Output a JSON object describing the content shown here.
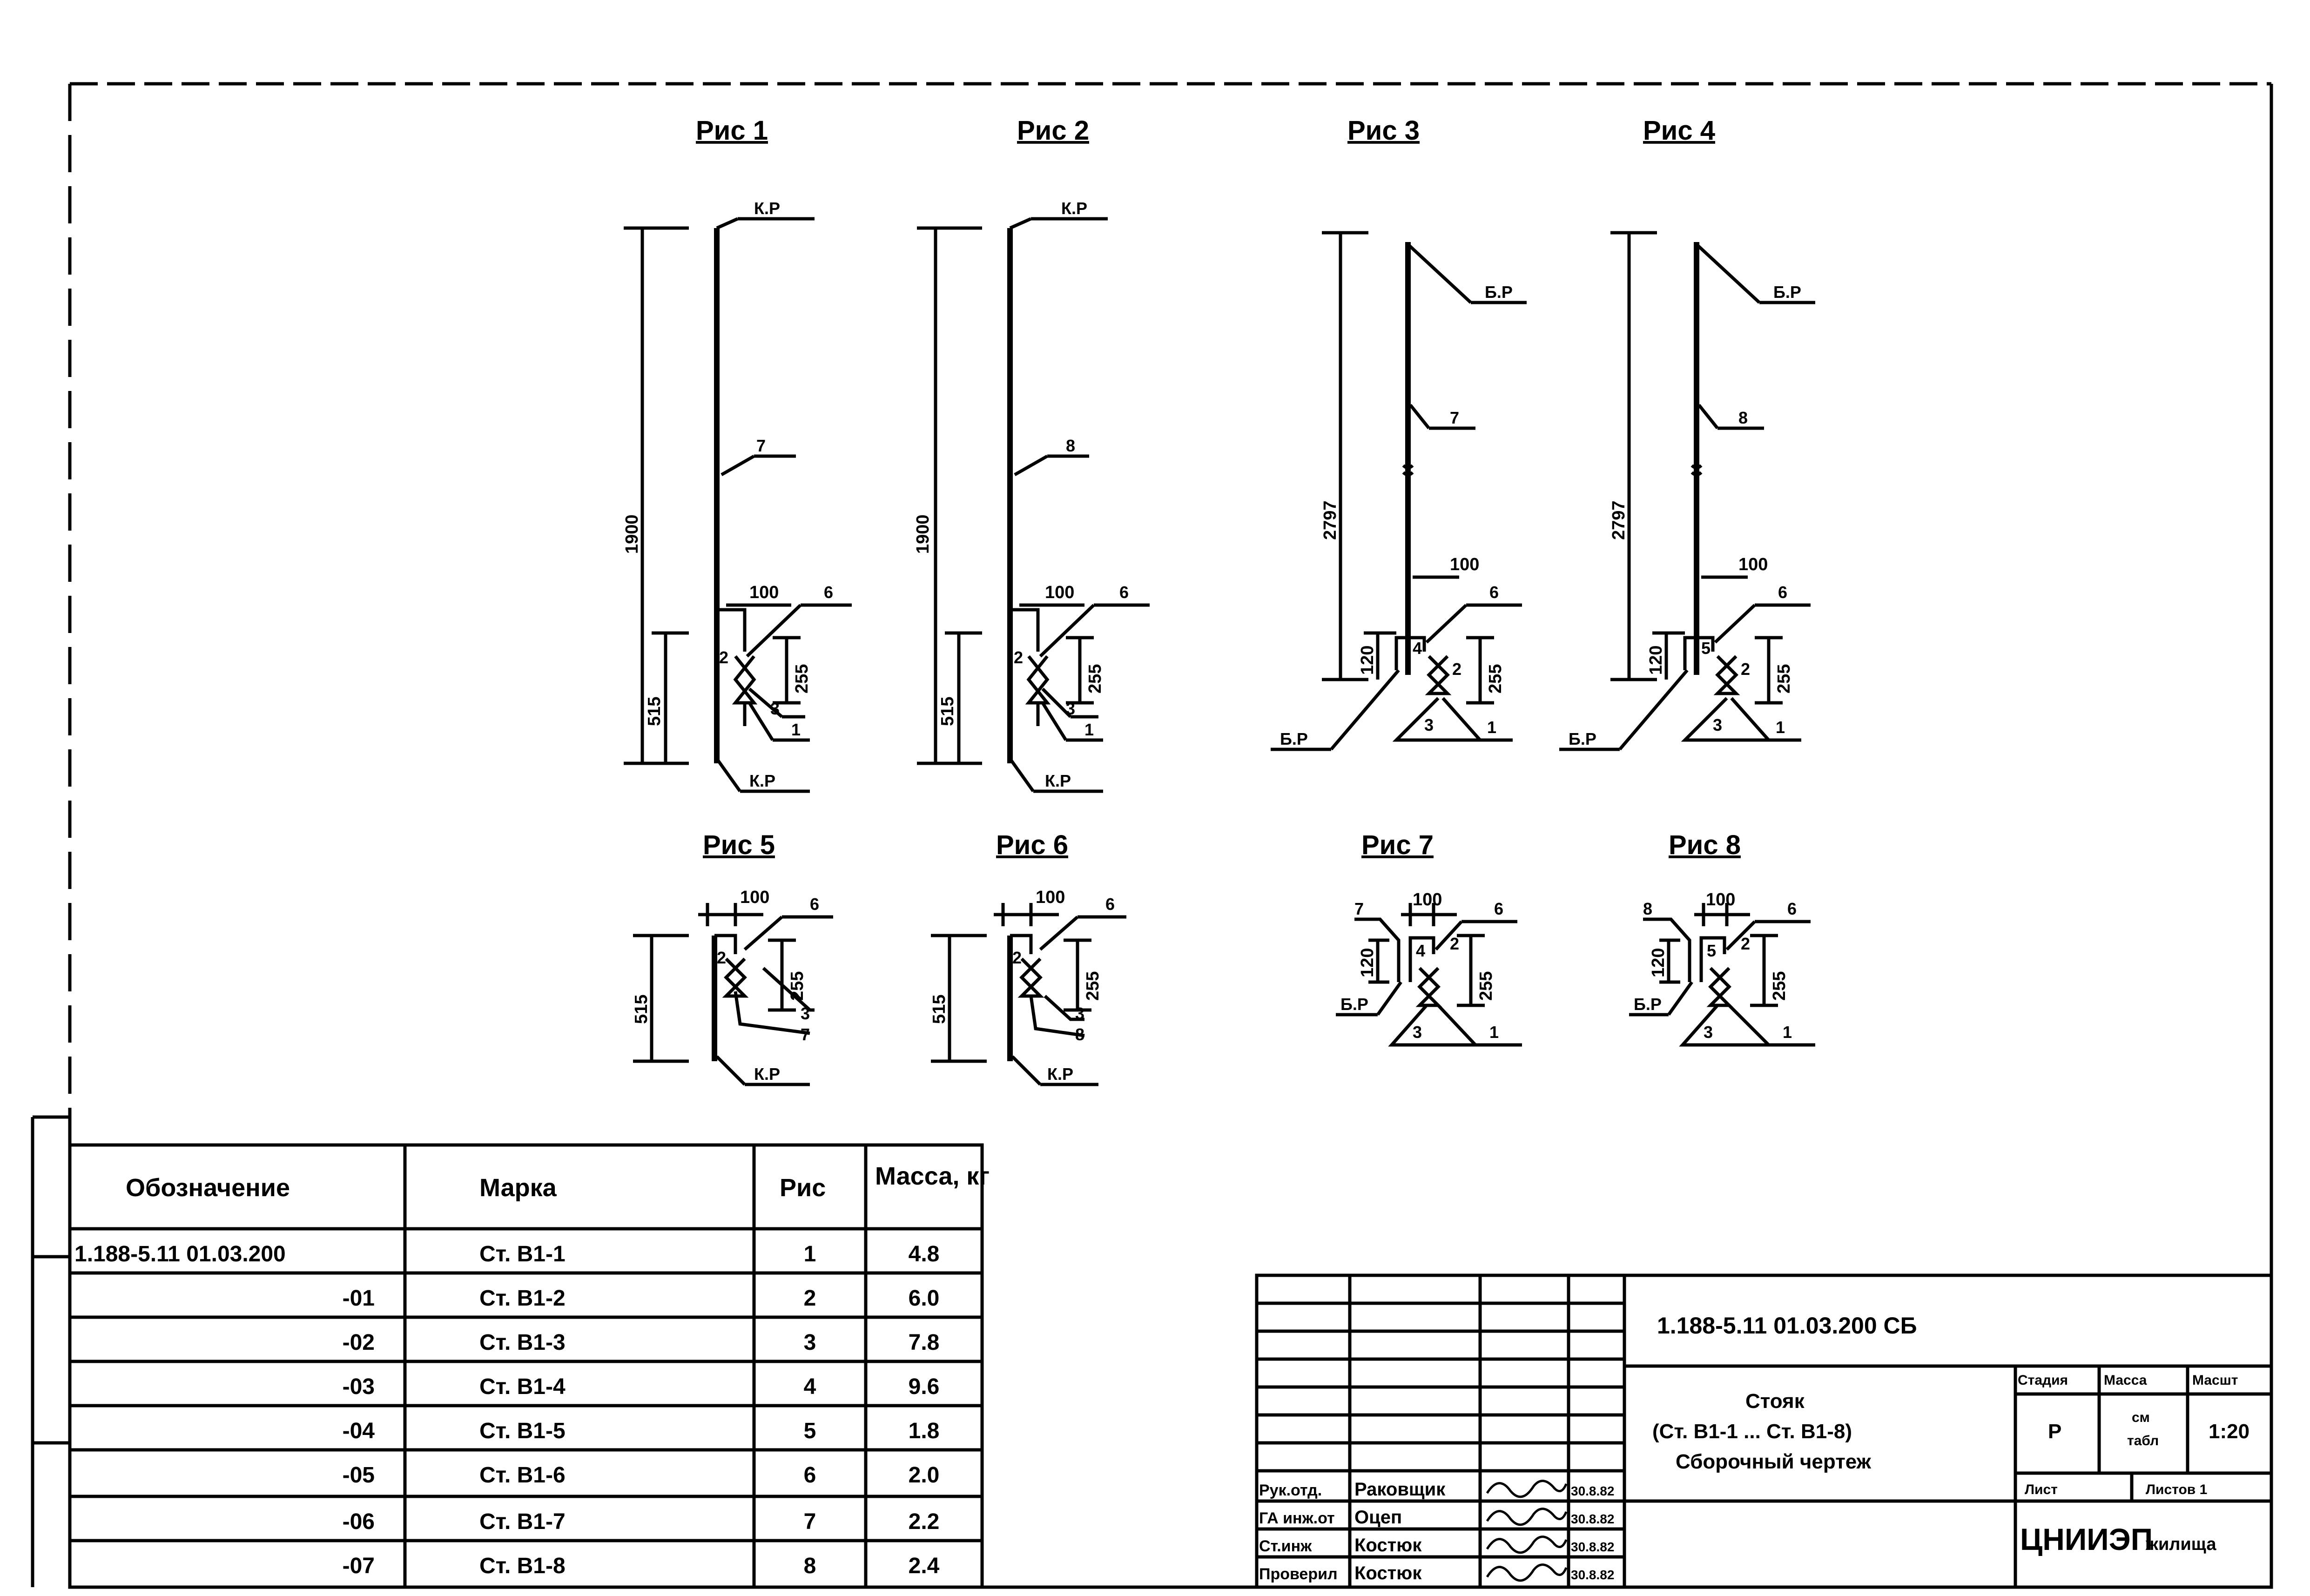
{
  "figures": [
    {
      "title": "Рис 1",
      "top_label": "К.Р",
      "bottom_label": "К.Р",
      "height_dim": "1900",
      "lower_dim": "515",
      "offset_dim": "100",
      "pipe_dim": "255",
      "callouts": [
        "7",
        "6",
        "2",
        "3",
        "1"
      ]
    },
    {
      "title": "Рис 2",
      "top_label": "К.Р",
      "bottom_label": "К.Р",
      "height_dim": "1900",
      "lower_dim": "515",
      "offset_dim": "100",
      "pipe_dim": "255",
      "callouts": [
        "8",
        "6",
        "2",
        "3",
        "1"
      ]
    },
    {
      "title": "Рис 3",
      "top_label": "Б.Р",
      "bottom_label": "Б.Р",
      "height_dim": "2797",
      "lower_dim": "120",
      "offset_dim": "100",
      "pipe_dim": "255",
      "callouts": [
        "7",
        "6",
        "4",
        "2",
        "3",
        "1"
      ]
    },
    {
      "title": "Рис 4",
      "top_label": "Б.Р",
      "bottom_label": "Б.Р",
      "height_dim": "2797",
      "lower_dim": "120",
      "offset_dim": "100",
      "pipe_dim": "255",
      "callouts": [
        "8",
        "6",
        "5",
        "2",
        "3",
        "1"
      ]
    },
    {
      "title": "Рис 5",
      "bottom_label": "К.Р",
      "lower_dim": "515",
      "offset_dim": "100",
      "pipe_dim": "255",
      "callouts": [
        "6",
        "2",
        "3",
        "7"
      ]
    },
    {
      "title": "Рис 6",
      "bottom_label": "К.Р",
      "lower_dim": "515",
      "offset_dim": "100",
      "pipe_dim": "255",
      "callouts": [
        "6",
        "2",
        "3",
        "8"
      ]
    },
    {
      "title": "Рис 7",
      "bottom_label": "Б.Р",
      "lower_dim": "120",
      "offset_dim": "100",
      "pipe_dim": "255",
      "callouts": [
        "7",
        "6",
        "4",
        "2",
        "3",
        "1"
      ]
    },
    {
      "title": "Рис 8",
      "bottom_label": "Б.Р",
      "lower_dim": "120",
      "offset_dim": "100",
      "pipe_dim": "255",
      "callouts": [
        "8",
        "6",
        "5",
        "2",
        "3",
        "1"
      ]
    }
  ],
  "spec_table": {
    "headers": [
      "Обозначение",
      "Марка",
      "Рис",
      "Масса, кг"
    ],
    "rows": [
      {
        "designation": "1.188-5.11   01.03.200",
        "mark": "Ст. В1-1",
        "fig": "1",
        "mass": "4.8"
      },
      {
        "designation": "-01",
        "mark": "Ст. В1-2",
        "fig": "2",
        "mass": "6.0"
      },
      {
        "designation": "-02",
        "mark": "Ст. В1-3",
        "fig": "3",
        "mass": "7.8"
      },
      {
        "designation": "-03",
        "mark": "Ст. В1-4",
        "fig": "4",
        "mass": "9.6"
      },
      {
        "designation": "-04",
        "mark": "Ст. В1-5",
        "fig": "5",
        "mass": "1.8"
      },
      {
        "designation": "-05",
        "mark": "Ст. В1-6",
        "fig": "6",
        "mass": "2.0"
      },
      {
        "designation": "-06",
        "mark": "Ст. В1-7",
        "fig": "7",
        "mass": "2.2"
      },
      {
        "designation": "-07",
        "mark": "Ст. В1-8",
        "fig": "8",
        "mass": "2.4"
      }
    ]
  },
  "title_block": {
    "doc_code": "1.188-5.11   01.03.200 СБ",
    "name_line1": "Стояк",
    "name_line2": "(Ст. В1-1 ... Ст. В1-8)",
    "name_line3": "Сборочный чертеж",
    "stage_label": "Стадия",
    "mass_label": "Масса",
    "scale_label": "Масшт",
    "stage_value": "Р",
    "mass_value_1": "см",
    "mass_value_2": "табл",
    "scale_value": "1:20",
    "sheet_label": "Лист",
    "sheets_label": "Листов 1",
    "org_main": "ЦНИИЭП",
    "org_sub": "жилища",
    "signatures": [
      {
        "role": "Рук.отд.",
        "name": "Раковщик",
        "date": "30.8.82"
      },
      {
        "role": "ГА инж.от",
        "name": "Оцеп",
        "date": "30.8.82"
      },
      {
        "role": "Ст.инж",
        "name": "Костюк",
        "date": "30.8.82"
      },
      {
        "role": "Проверил",
        "name": "Костюк",
        "date": "30.8.82"
      }
    ]
  }
}
